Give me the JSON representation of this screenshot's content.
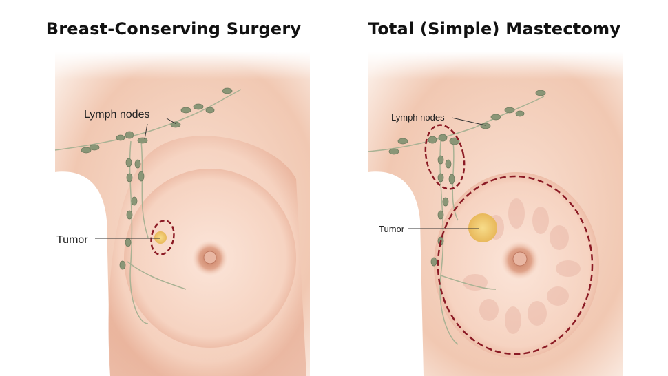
{
  "panels": [
    {
      "title": "Breast-Conserving Surgery",
      "labels": {
        "lymph_nodes": "Lymph nodes",
        "tumor": "Tumor"
      }
    },
    {
      "title": "Total (Simple) Mastectomy",
      "labels": {
        "lymph_nodes": "Lymph nodes",
        "tumor": "Tumor"
      }
    }
  ],
  "colors": {
    "skin": "#f3cdb8",
    "skin_shadow": "#d99a80",
    "lymph_node": "#8a9677",
    "tumor": "#f2c66a",
    "dashed_outline": "#8b1a24"
  }
}
